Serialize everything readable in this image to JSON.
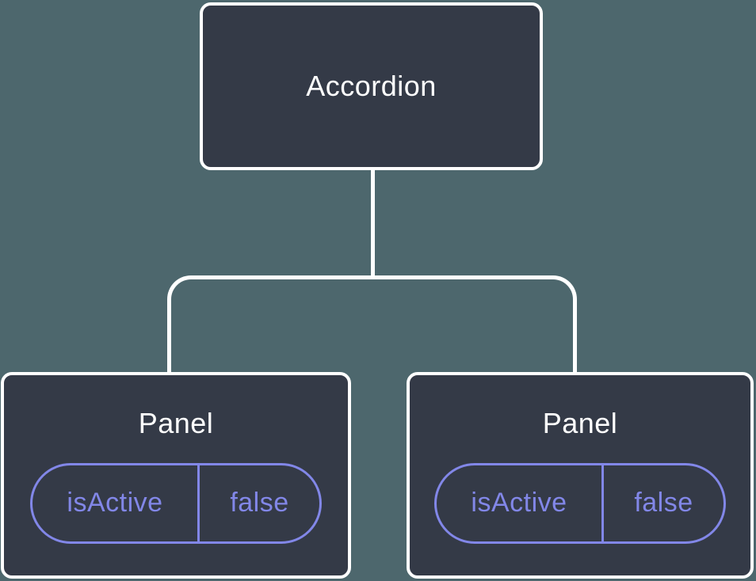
{
  "colors": {
    "background": "#4D676D",
    "node_fill": "#343A47",
    "node_border": "#FFFFFF",
    "connector": "#FFFFFF",
    "state_accent": "#8287E8",
    "title_text": "#FFFFFF"
  },
  "diagram": {
    "type": "component-tree",
    "root": {
      "label": "Accordion"
    },
    "children": [
      {
        "label": "Panel",
        "state": {
          "key": "isActive",
          "value": "false"
        }
      },
      {
        "label": "Panel",
        "state": {
          "key": "isActive",
          "value": "false"
        }
      }
    ]
  }
}
